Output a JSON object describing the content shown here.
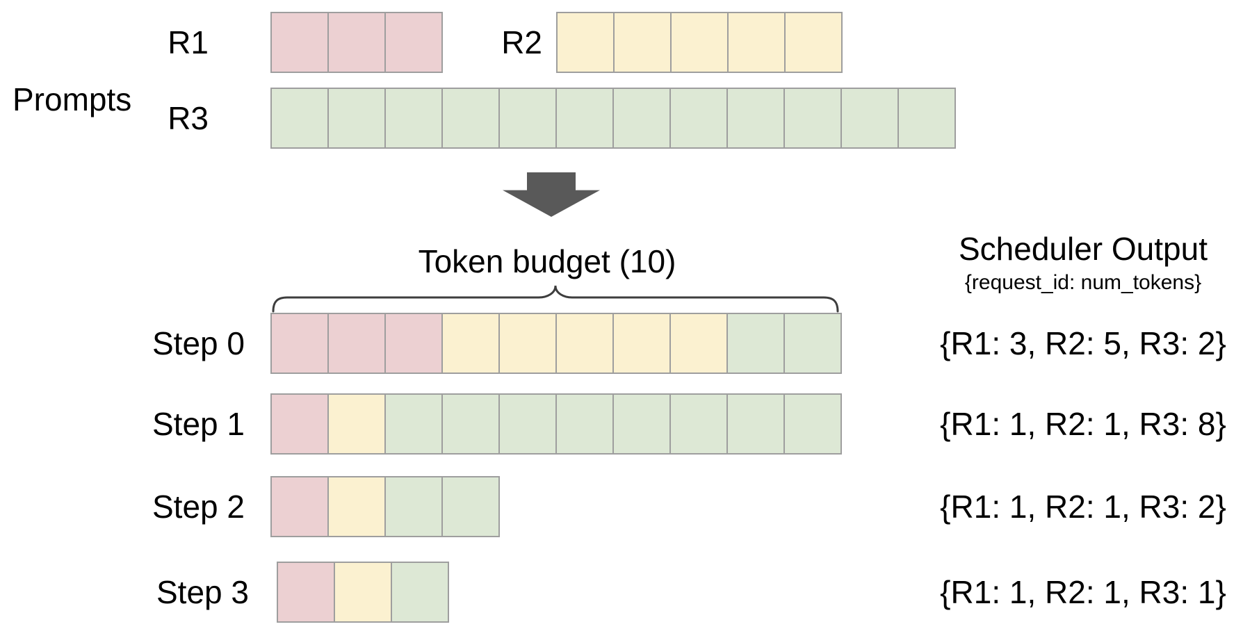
{
  "palette": {
    "r1_color": "#ecd0d2",
    "r2_color": "#fbf1d0",
    "r3_color": "#dde8d5",
    "cell_border": "#9e9e9e",
    "arrow_color": "#595959",
    "brace_color": "#3d3d3d",
    "text_color": "#000000"
  },
  "prompts": {
    "section_label": "Prompts",
    "requests": [
      {
        "id": "R1",
        "label": "R1",
        "num_tokens": 3,
        "color_key": "r1_color"
      },
      {
        "id": "R2",
        "label": "R2",
        "num_tokens": 5,
        "color_key": "r2_color"
      },
      {
        "id": "R3",
        "label": "R3",
        "num_tokens": 12,
        "color_key": "r3_color"
      }
    ]
  },
  "token_budget": {
    "label": "Token budget (10)",
    "value": 10
  },
  "scheduler_output": {
    "title": "Scheduler Output",
    "subtitle": "{request_id: num_tokens}"
  },
  "steps": [
    {
      "label": "Step 0",
      "allocation": {
        "R1": 3,
        "R2": 5,
        "R3": 2
      },
      "output_text": "{R1: 3, R2: 5, R3: 2}"
    },
    {
      "label": "Step 1",
      "allocation": {
        "R1": 1,
        "R2": 1,
        "R3": 8
      },
      "output_text": "{R1: 1, R2: 1, R3: 8}"
    },
    {
      "label": "Step 2",
      "allocation": {
        "R1": 1,
        "R2": 1,
        "R3": 2
      },
      "output_text": "{R1: 1, R2: 1, R3: 2}"
    },
    {
      "label": "Step 3",
      "allocation": {
        "R1": 1,
        "R2": 1,
        "R3": 1
      },
      "output_text": "{R1: 1, R2: 1, R3: 1}"
    }
  ]
}
